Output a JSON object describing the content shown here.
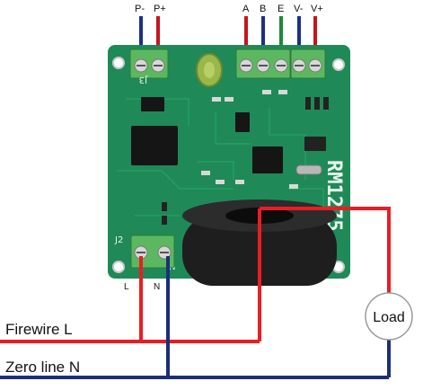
{
  "diagram": {
    "top_terminals": [
      {
        "label": "P-",
        "color": "#1b2f8a"
      },
      {
        "label": "P+",
        "color": "#c4161c"
      },
      {
        "label": "A",
        "color": "#c4161c"
      },
      {
        "label": "B",
        "color": "#1b2f8a"
      },
      {
        "label": "E",
        "color": "#1a8a3a"
      },
      {
        "label": "V-",
        "color": "#1b2f8a"
      },
      {
        "label": "V+",
        "color": "#c4161c"
      }
    ],
    "board_marking": "RM1275",
    "board_labels": {
      "j3": "J3",
      "j2": "J2",
      "l": "L",
      "n": "N"
    },
    "bottom_terminals": {
      "left": "L",
      "right": "N"
    },
    "lines": {
      "fire": "Firewire L",
      "zero": "Zero line N"
    },
    "load_label": "Load",
    "colors": {
      "red_wire": "#ec1c24",
      "blue_wire": "#1a2f7a",
      "pcb_green": "#1f8a57",
      "ct_black": "#1e1e1e",
      "terminal_green": "#4caf50"
    }
  }
}
